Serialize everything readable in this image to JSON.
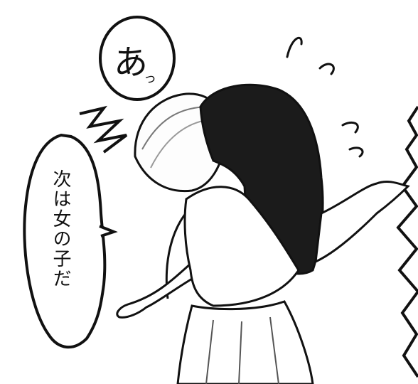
{
  "panel": {
    "speech_exclamation_main": "あ",
    "speech_exclamation_small": "っ",
    "speech_main_vertical": "次は女の子だ"
  },
  "colors": {
    "ink": "#111111",
    "hair_dark": "#1b1b1b",
    "paper": "#ffffff"
  },
  "icons": [
    "speech-bubble-round",
    "speech-bubble-cloud",
    "motion-lines",
    "jagged-shout-mark"
  ]
}
